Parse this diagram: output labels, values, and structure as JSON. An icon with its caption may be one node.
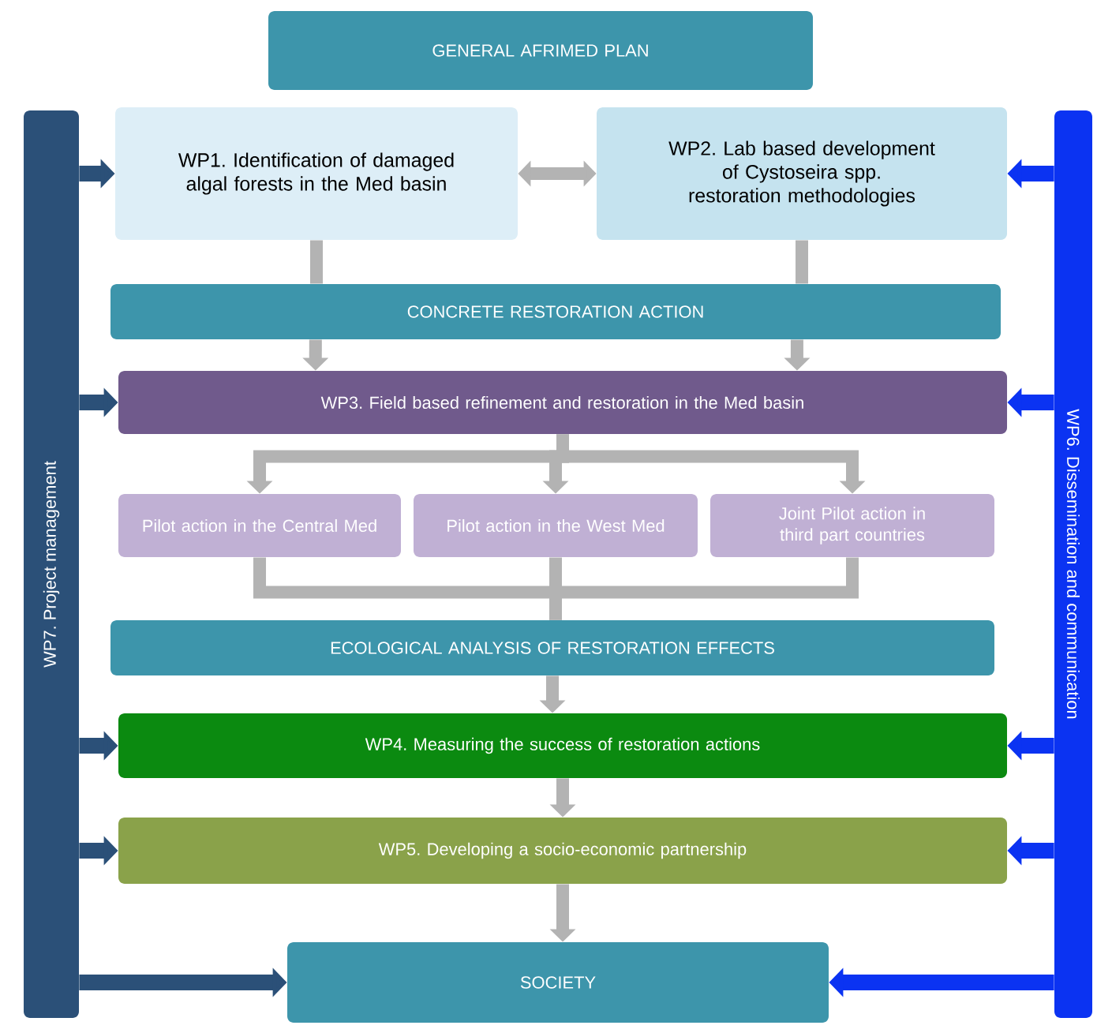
{
  "diagram": {
    "nodes": [
      {
        "text": [
          "GENERAL AFRIMED PLAN"
        ]
      },
      {
        "text": [
          "WP7. Project management"
        ]
      },
      {
        "text": [
          "WP6. Dissemination and communication"
        ]
      },
      {
        "text": [
          "WP1. Identification of damaged algal forests in the Med basin"
        ]
      },
      {
        "text": [
          "WP2. Lab based development of Cystoseira spp. restoration methodologies"
        ]
      },
      {
        "text": [
          "CONCRETE RESTORATION ACTION"
        ]
      },
      {
        "text": [
          "WP3. Field based refinement and restoration in the Med basin"
        ]
      },
      {
        "text": [
          "Pilot action in the Central Med"
        ]
      },
      {
        "text": [
          "Pilot action in the West Med"
        ]
      },
      {
        "text": [
          "Joint Pilot action in third part countries"
        ]
      },
      {
        "text": [
          "ECOLOGICAL ANALYSIS OF RESTORATION EFFECTS"
        ]
      },
      {
        "text": [
          "WP4. Measuring the success of restoration actions"
        ]
      },
      {
        "text": [
          "WP5. Developing a socio-economic partnership"
        ]
      },
      {
        "text": [
          "SOCIETY"
        ]
      }
    ],
    "edges": [
      {
        "from": 3,
        "to": 4,
        "arrow": "both"
      },
      {
        "from": 3,
        "to": 5,
        "arrow": "none"
      },
      {
        "from": 4,
        "to": 5,
        "arrow": "none"
      },
      {
        "from": 5,
        "to": 6,
        "arrow": "to"
      },
      {
        "from": 5,
        "to": 6,
        "arrow": "to"
      },
      {
        "from": 6,
        "to": 7,
        "arrow": "to"
      },
      {
        "from": 6,
        "to": 8,
        "arrow": "to"
      },
      {
        "from": 6,
        "to": 9,
        "arrow": "to"
      },
      {
        "from": 7,
        "to": 10,
        "arrow": "none"
      },
      {
        "from": 8,
        "to": 10,
        "arrow": "none"
      },
      {
        "from": 9,
        "to": 10,
        "arrow": "none"
      },
      {
        "from": 10,
        "to": 11,
        "arrow": "to"
      },
      {
        "from": 11,
        "to": 12,
        "arrow": "to"
      },
      {
        "from": 12,
        "to": 13,
        "arrow": "to"
      },
      {
        "from": 1,
        "to": 3,
        "arrow": "to",
        "color": "#2b5078"
      },
      {
        "from": 1,
        "to": 6,
        "arrow": "to",
        "color": "#2b5078"
      },
      {
        "from": 1,
        "to": 11,
        "arrow": "to",
        "color": "#2b5078"
      },
      {
        "from": 1,
        "to": 12,
        "arrow": "to",
        "color": "#2b5078"
      },
      {
        "from": 1,
        "to": 13,
        "arrow": "to",
        "color": "#2b5078"
      },
      {
        "from": 2,
        "to": 4,
        "arrow": "to",
        "color": "#0b33f2"
      },
      {
        "from": 2,
        "to": 6,
        "arrow": "to",
        "color": "#0b33f2"
      },
      {
        "from": 2,
        "to": 11,
        "arrow": "to",
        "color": "#0b33f2"
      },
      {
        "from": 2,
        "to": 12,
        "arrow": "to",
        "color": "#0b33f2"
      },
      {
        "from": 2,
        "to": 13,
        "arrow": "to",
        "color": "#0b33f2"
      }
    ]
  }
}
